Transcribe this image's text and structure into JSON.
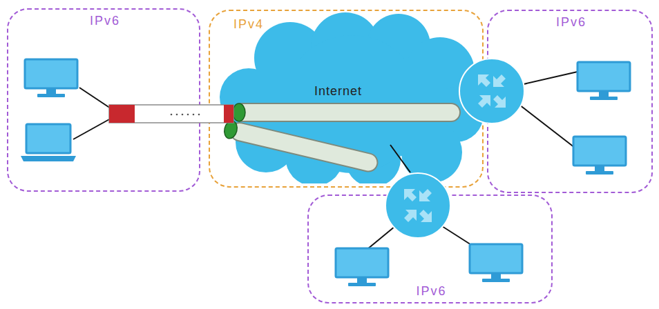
{
  "diagram": {
    "nodes": [
      {
        "text": [
          "IPv6"
        ]
      },
      {
        "text": [
          "IPv4"
        ]
      },
      {
        "text": [
          "Internet"
        ],
        "in": 1
      },
      {
        "text": [
          "IPv6"
        ]
      },
      {
        "text": [
          "IPv6"
        ]
      }
    ]
  }
}
